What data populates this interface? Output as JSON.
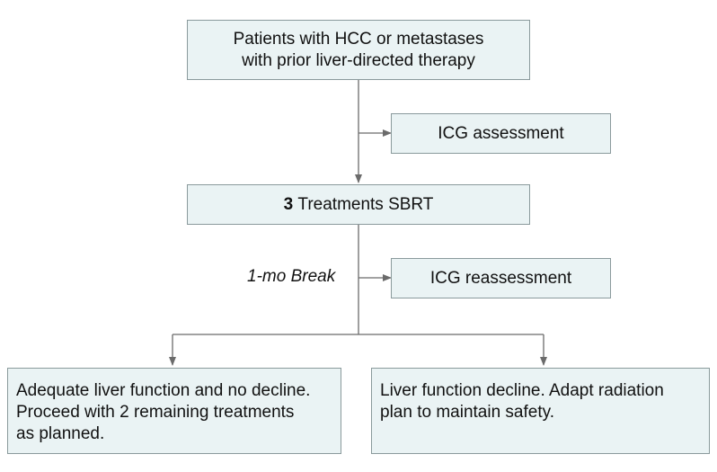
{
  "nodes": {
    "start": {
      "lines": [
        "Patients with HCC or metastases",
        "with prior liver-directed therapy"
      ]
    },
    "icg1": {
      "text": "ICG assessment"
    },
    "treat": {
      "count": "3",
      "text": "Treatments SBRT"
    },
    "break_label": "1-mo Break",
    "icg2": {
      "text": "ICG reassessment"
    },
    "left": {
      "lines": [
        "Adequate liver function and no decline.",
        "Proceed with 2 remaining treatments",
        "as planned."
      ]
    },
    "right": {
      "lines": [
        "Liver function decline. Adapt radiation",
        "plan to maintain safety."
      ]
    }
  }
}
